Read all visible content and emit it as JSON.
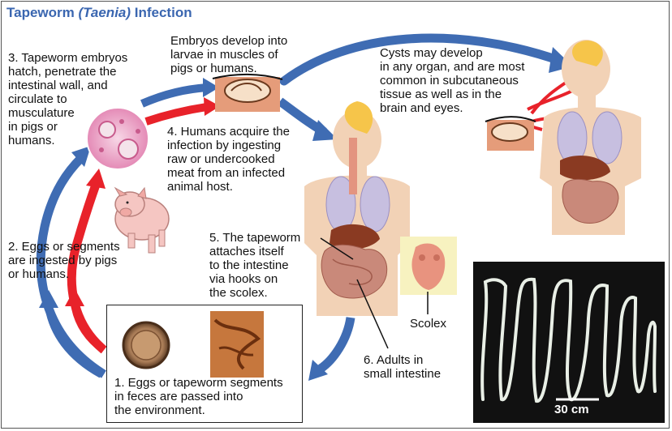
{
  "title": {
    "part1": "Tapeworm ",
    "part2": "(Taenia)",
    "part3": " Infection",
    "color": "#3a66b0"
  },
  "steps": {
    "step1": "1. Eggs or tapeworm segments\nin feces are passed into\nthe environment.",
    "step2": "2. Eggs or segments\nare ingested by pigs\nor humans.",
    "step3": "3. Tapeworm embryos\nhatch, penetrate the\nintestinal wall, and\ncirculate to\nmusculature\nin pigs or\nhumans.",
    "step4": "4. Humans acquire the\ninfection by ingesting\nraw or undercooked\nmeat from an infected\nanimal host.",
    "step5": "5. The tapeworm\nattaches itself\nto the intestine\nvia hooks on\nthe scolex.",
    "step6": "6. Adults in\nsmall intestine"
  },
  "notes": {
    "embryos": "Embryos develop into\nlarvae in muscles of\npigs or humans.",
    "cysts": "Cysts may develop\nin any organ, and are most\ncommon in subcutaneous\ntissue as well as in the\nbrain and eyes.",
    "scolex": "Scolex",
    "scale": "30 cm"
  },
  "colors": {
    "blue_arrow": "#3f6cb3",
    "red_arrow": "#e8222a",
    "skin": "#f2d2b6",
    "brain": "#f6c54a",
    "liver": "#8a3a22",
    "intestine": "#c9897a",
    "lung": "#c7bfe0"
  },
  "icons": [
    "pig-illustration",
    "egg-micrograph",
    "segment-micrograph",
    "larvae-cyst",
    "scolex-photo",
    "adult-tapeworm-photo",
    "human-figure"
  ]
}
